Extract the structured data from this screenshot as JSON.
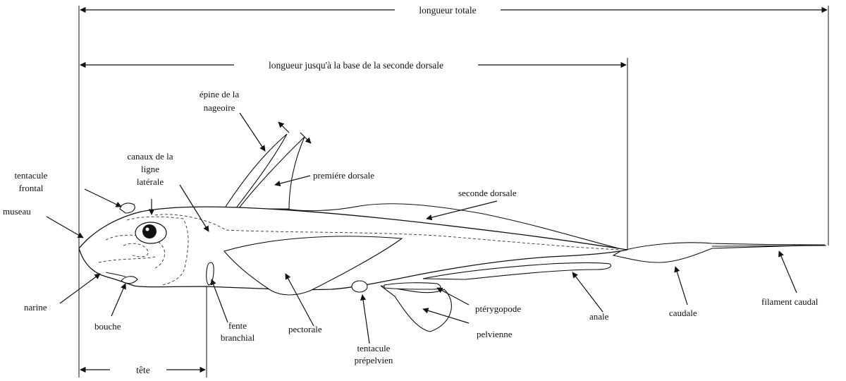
{
  "measures": {
    "total_length": "longueur totale",
    "length_to_second_dorsal": "longueur jusqu'à la base de la seconde dorsale",
    "head": "tête"
  },
  "labels": {
    "fin_spine": [
      "épine de la",
      "nageoire"
    ],
    "lateral_line_canals": [
      "canaux de la",
      "ligne",
      "latérale"
    ],
    "frontal_tentacle": [
      "tentacule",
      "frontal"
    ],
    "snout": "museau",
    "first_dorsal": "premiére dorsale",
    "second_dorsal": "seconde dorsale",
    "nostril": "narine",
    "mouth": "bouche",
    "gill_slit": [
      "fente",
      "branchial"
    ],
    "pectoral": "pectorale",
    "prepelvic_tentacle": [
      "tentacule",
      "prépelvien"
    ],
    "clasper": "ptérygopode",
    "pelvic": "pelvienne",
    "anal": "anale",
    "caudal": "caudale",
    "caudal_filament": "filament caudal"
  }
}
